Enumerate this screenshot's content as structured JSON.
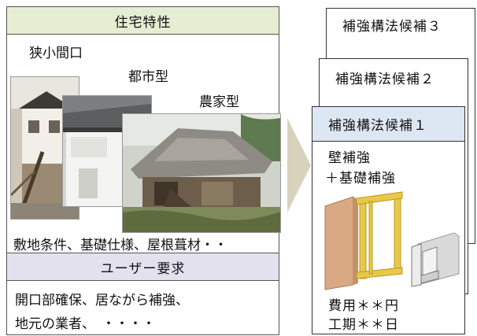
{
  "housing": {
    "header": "住宅特性",
    "types": {
      "narrow": "狭小間口",
      "urban": "都市型",
      "farm": "農家型"
    },
    "conditions": "敷地条件、基礎仕様、屋根葺材・・"
  },
  "user": {
    "header": "ユーザー要求",
    "line1": "開口部確保、居ながら補強、",
    "line2": "地元の業者、　・・・・"
  },
  "candidates": [
    {
      "title": "補強構法候補１"
    },
    {
      "title": "補強構法候補２"
    },
    {
      "title": "補強構法候補３"
    }
  ],
  "candidate1": {
    "method_line1": "壁補強",
    "method_line2": "＋基礎補強",
    "cost": "費用＊＊円",
    "duration": "工期＊＊日"
  },
  "colors": {
    "housing_header": "#e5edd3",
    "user_header": "#e4e1ee",
    "candidate1_header": "#dde6f3",
    "arrow": "#d8d2bd",
    "frame": "#e8c84a",
    "panel": "#d9a983"
  }
}
